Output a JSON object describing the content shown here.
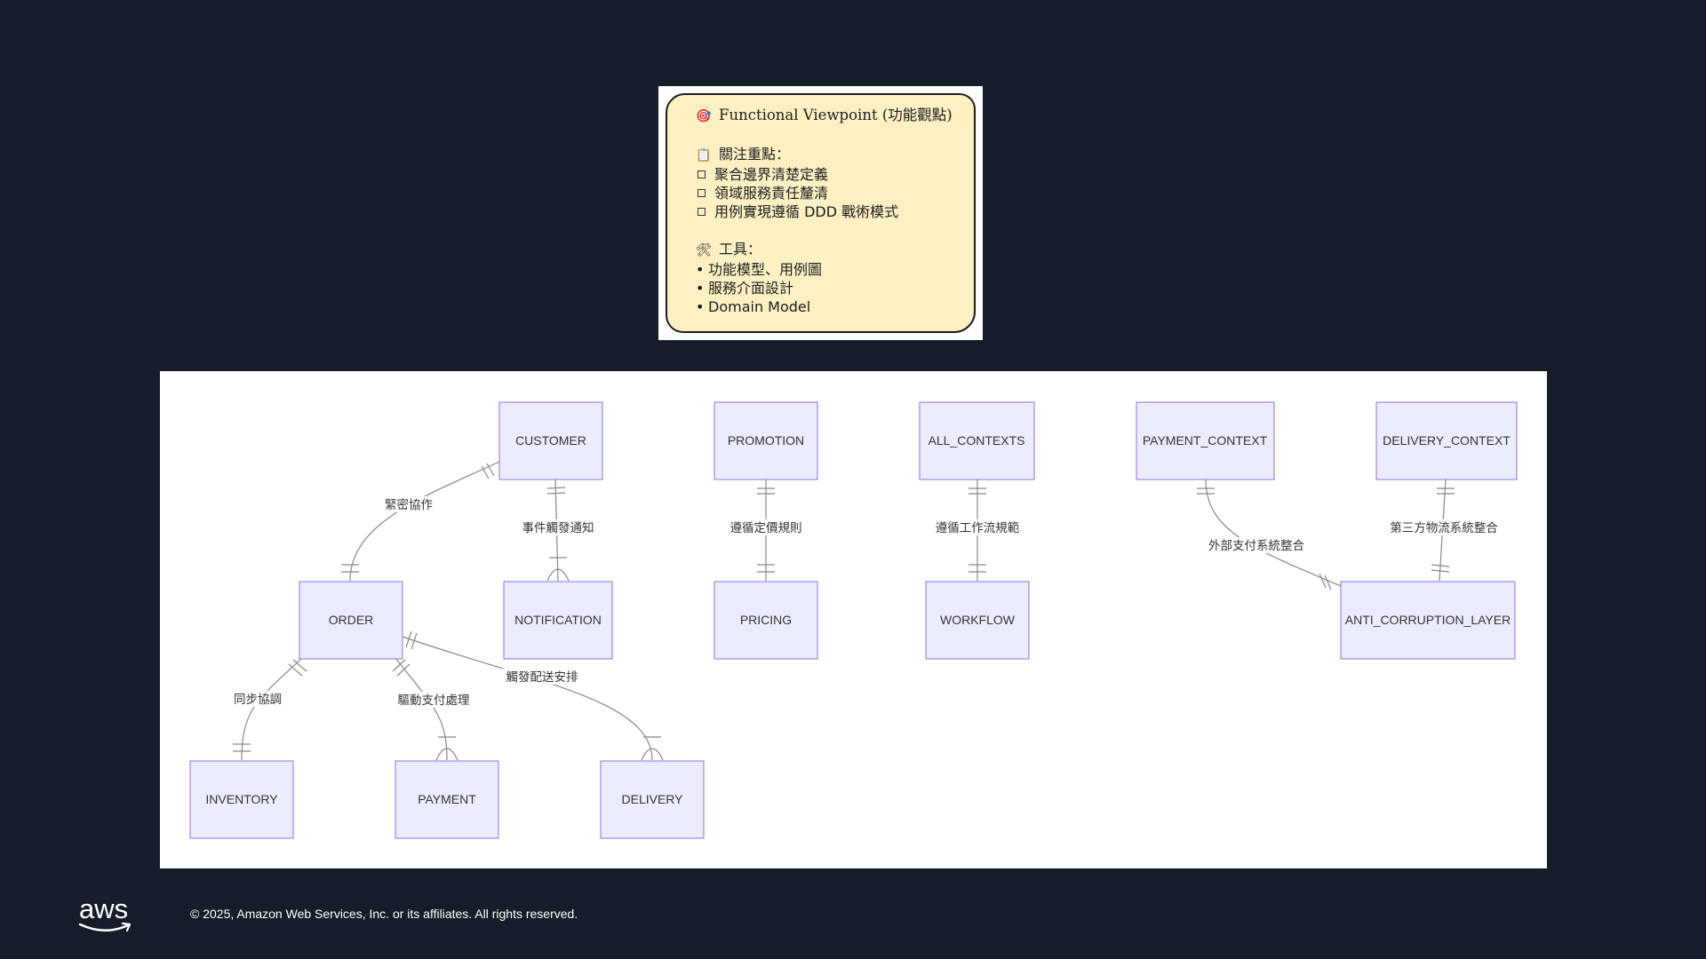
{
  "note": {
    "title_icon": "🎯",
    "title": "Functional Viewpoint (功能觀點)",
    "focus_icon": "📋",
    "focus_heading": "關注重點：",
    "focus_items": [
      "聚合邊界清楚定義",
      "領域服務責任釐清",
      "用例實現遵循 DDD 戰術模式"
    ],
    "tools_icon": "🛠",
    "tools_heading": "工具：",
    "tools_items": [
      "功能模型、用例圖",
      "服務介面設計",
      "Domain Model"
    ]
  },
  "diagram": {
    "nodes": {
      "customer": "CUSTOMER",
      "promotion": "PROMOTION",
      "all_contexts": "ALL_CONTEXTS",
      "payment_context": "PAYMENT_CONTEXT",
      "delivery_context": "DELIVERY_CONTEXT",
      "order": "ORDER",
      "notification": "NOTIFICATION",
      "pricing": "PRICING",
      "workflow": "WORKFLOW",
      "anti_corruption_layer": "ANTI_CORRUPTION_LAYER",
      "inventory": "INVENTORY",
      "payment": "PAYMENT",
      "delivery": "DELIVERY"
    },
    "edges": {
      "customer_order": "緊密協作",
      "customer_notification": "事件觸發通知",
      "promotion_pricing": "遵循定價規則",
      "all_workflow": "遵循工作流規範",
      "payment_acl": "外部支付系統整合",
      "delivery_acl": "第三方物流系統整合",
      "order_inventory": "同步協調",
      "order_payment": "驅動支付處理",
      "order_delivery": "觸發配送安排"
    }
  },
  "footer": {
    "logo_text": "aws",
    "copyright": "© 2025, Amazon Web Services, Inc. or its affiliates. All rights reserved."
  }
}
